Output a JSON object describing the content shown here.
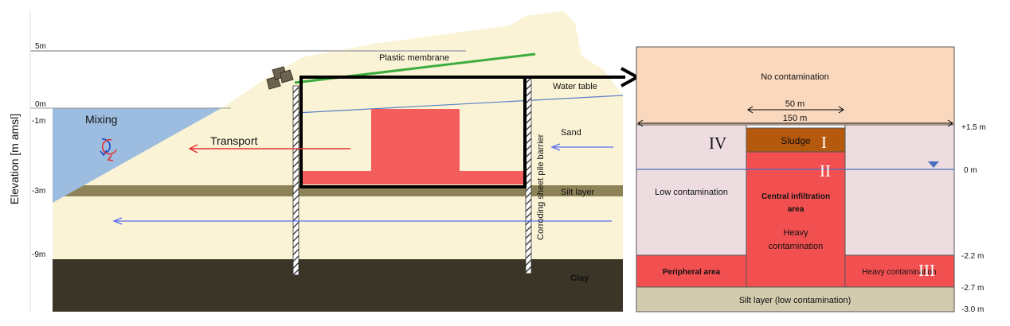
{
  "left": {
    "y_axis_label": "Elevation [m amsl]",
    "elevations": [
      "5m",
      "0m",
      "-1m",
      "-3m",
      "-9m"
    ],
    "labels": {
      "mixing": "Mixing",
      "transport": "Transport",
      "plastic_membrane": "Plastic membrane",
      "water_table": "Water table",
      "sand": "Sand",
      "silt_layer": "Silt layer",
      "barrier": "Corroding sheet pile barrier",
      "clay": "Clay"
    }
  },
  "right": {
    "no_contamination": "No contamination",
    "dim_50": "50 m",
    "dim_150": "150 m",
    "sludge": "Sludge",
    "low_contamination": "Low contamination",
    "central_title": "Central infiltration area",
    "central_sub": "Heavy contamination",
    "peripheral": "Peripheral area",
    "heavy_right": "Heavy contamination",
    "silt": "Silt layer (low contamination)",
    "roman": {
      "I": "I",
      "II": "II",
      "III": "III",
      "IV": "IV"
    },
    "depths": [
      "+1.5 m",
      "0 m",
      "-2.2 m",
      "-2.7 m",
      "-3.0 m"
    ]
  },
  "colors": {
    "sand": "#fbf3d5",
    "water": "#9dbde0",
    "silt": "#8e8258",
    "clay": "#3a3526",
    "contamination": "#f25050",
    "no_contamination": "#fad8bd",
    "low_contamination": "#eddde0",
    "sludge": "#b5590f",
    "silt_right": "#d3cbae",
    "membrane": "#3cac3c"
  }
}
